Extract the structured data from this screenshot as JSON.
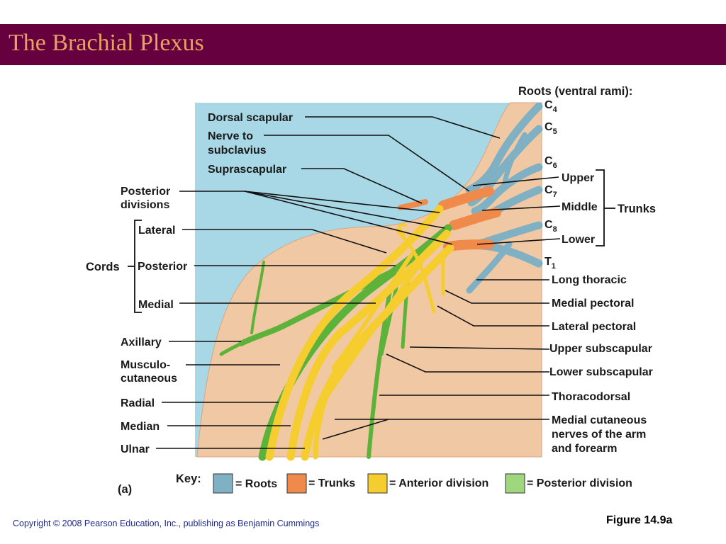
{
  "slide": {
    "title": "The Brachial Plexus",
    "copyright": "Copyright © 2008 Pearson Education, Inc., publishing as Benjamin Cummings",
    "figure_number": "Figure 14.9a"
  },
  "diagram": {
    "panel_letter": "(a)",
    "roots_heading": "Roots (ventral rami):",
    "roots": [
      {
        "letter": "C",
        "sub": "4"
      },
      {
        "letter": "C",
        "sub": "5"
      },
      {
        "letter": "C",
        "sub": "6"
      },
      {
        "letter": "C",
        "sub": "7"
      },
      {
        "letter": "C",
        "sub": "8"
      },
      {
        "letter": "T",
        "sub": "1"
      }
    ],
    "trunks": {
      "heading": "Trunks",
      "upper": "Upper",
      "middle": "Middle",
      "lower": "Lower"
    },
    "cords": {
      "heading": "Cords",
      "lateral": "Lateral",
      "posterior": "Posterior",
      "medial": "Medial"
    },
    "left_labels": {
      "dorsal_scapular": "Dorsal scapular",
      "nerve_to_subclavius_1": "Nerve to",
      "nerve_to_subclavius_2": "subclavius",
      "suprascapular": "Suprascapular",
      "posterior_divisions_1": "Posterior",
      "posterior_divisions_2": "divisions",
      "axillary": "Axillary",
      "musculocutaneous_1": "Musculo-",
      "musculocutaneous_2": "cutaneous",
      "radial": "Radial",
      "median": "Median",
      "ulnar": "Ulnar"
    },
    "right_labels": {
      "long_thoracic": "Long thoracic",
      "medial_pectoral": "Medial pectoral",
      "lateral_pectoral": "Lateral pectoral",
      "upper_subscapular": "Upper subscapular",
      "lower_subscapular": "Lower subscapular",
      "thoracodorsal": "Thoracodorsal",
      "medial_cutaneous_1": "Medial cutaneous",
      "medial_cutaneous_2": "nerves of the arm",
      "medial_cutaneous_3": "and forearm"
    },
    "key": {
      "heading": "Key:",
      "items": [
        {
          "label": "= Roots",
          "color": "#7fb0c4"
        },
        {
          "label": "= Trunks",
          "color": "#f08a4b"
        },
        {
          "label": "= Anterior division",
          "color": "#f5cd2e"
        },
        {
          "label": "= Posterior division",
          "color": "#9fd77f"
        }
      ]
    },
    "colors": {
      "background_box": "#a8d8e6",
      "skin": "#f0c9a4",
      "roots": "#7fb0c4",
      "trunks": "#f08a4b",
      "anterior": "#f5cd2e",
      "posterior": "#5db33a"
    }
  }
}
